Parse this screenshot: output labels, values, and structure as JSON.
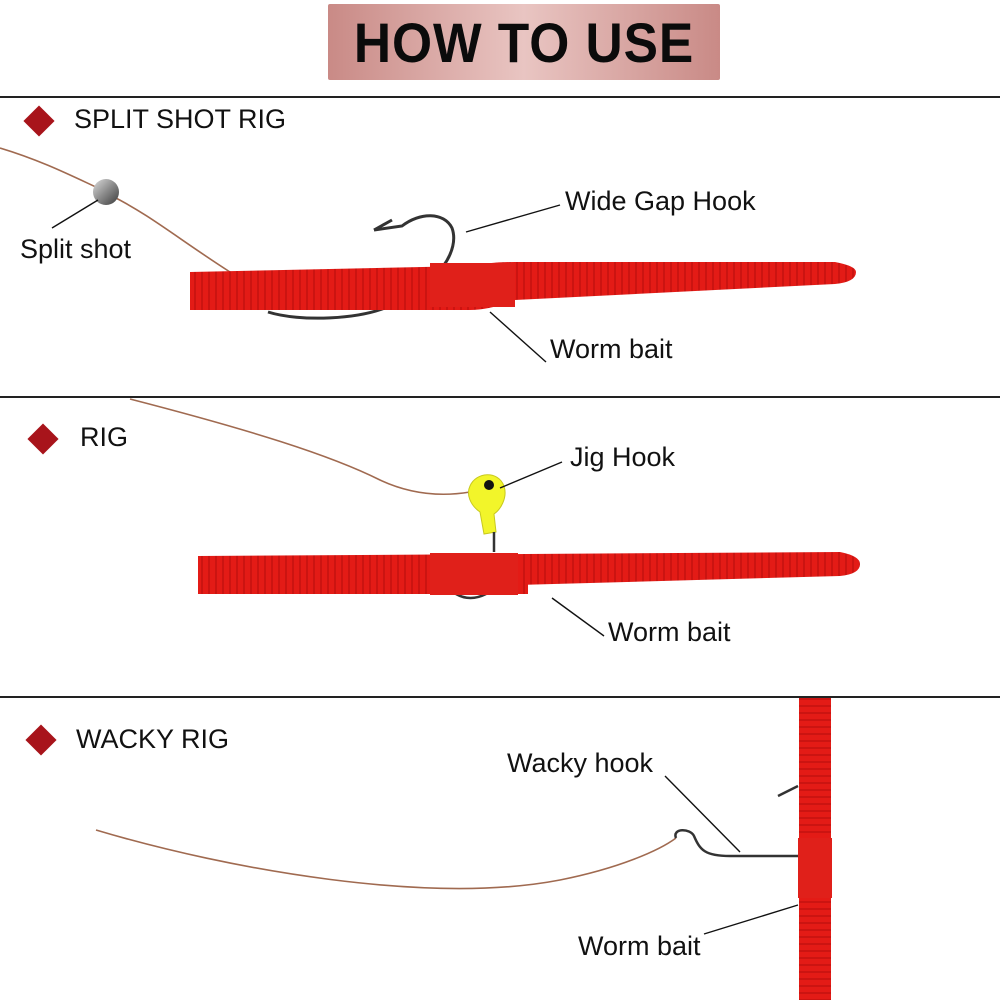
{
  "header": {
    "title": "HOW TO USE"
  },
  "sections": [
    {
      "title": "SPLIT SHOT RIG",
      "labels": {
        "split_shot": "Split shot",
        "hook": "Wide Gap Hook",
        "worm": "Worm bait"
      }
    },
    {
      "title": "RIG",
      "labels": {
        "hook": "Jig Hook",
        "worm": "Worm bait"
      }
    },
    {
      "title": "WACKY RIG",
      "labels": {
        "hook": "Wacky hook",
        "worm": "Worm bait"
      }
    }
  ],
  "colors": {
    "accent": "#a8141b",
    "worm": "#e31b16",
    "jig_head": "#f2f52a",
    "line": "#a06a50",
    "banner": "#d9a8a5"
  }
}
